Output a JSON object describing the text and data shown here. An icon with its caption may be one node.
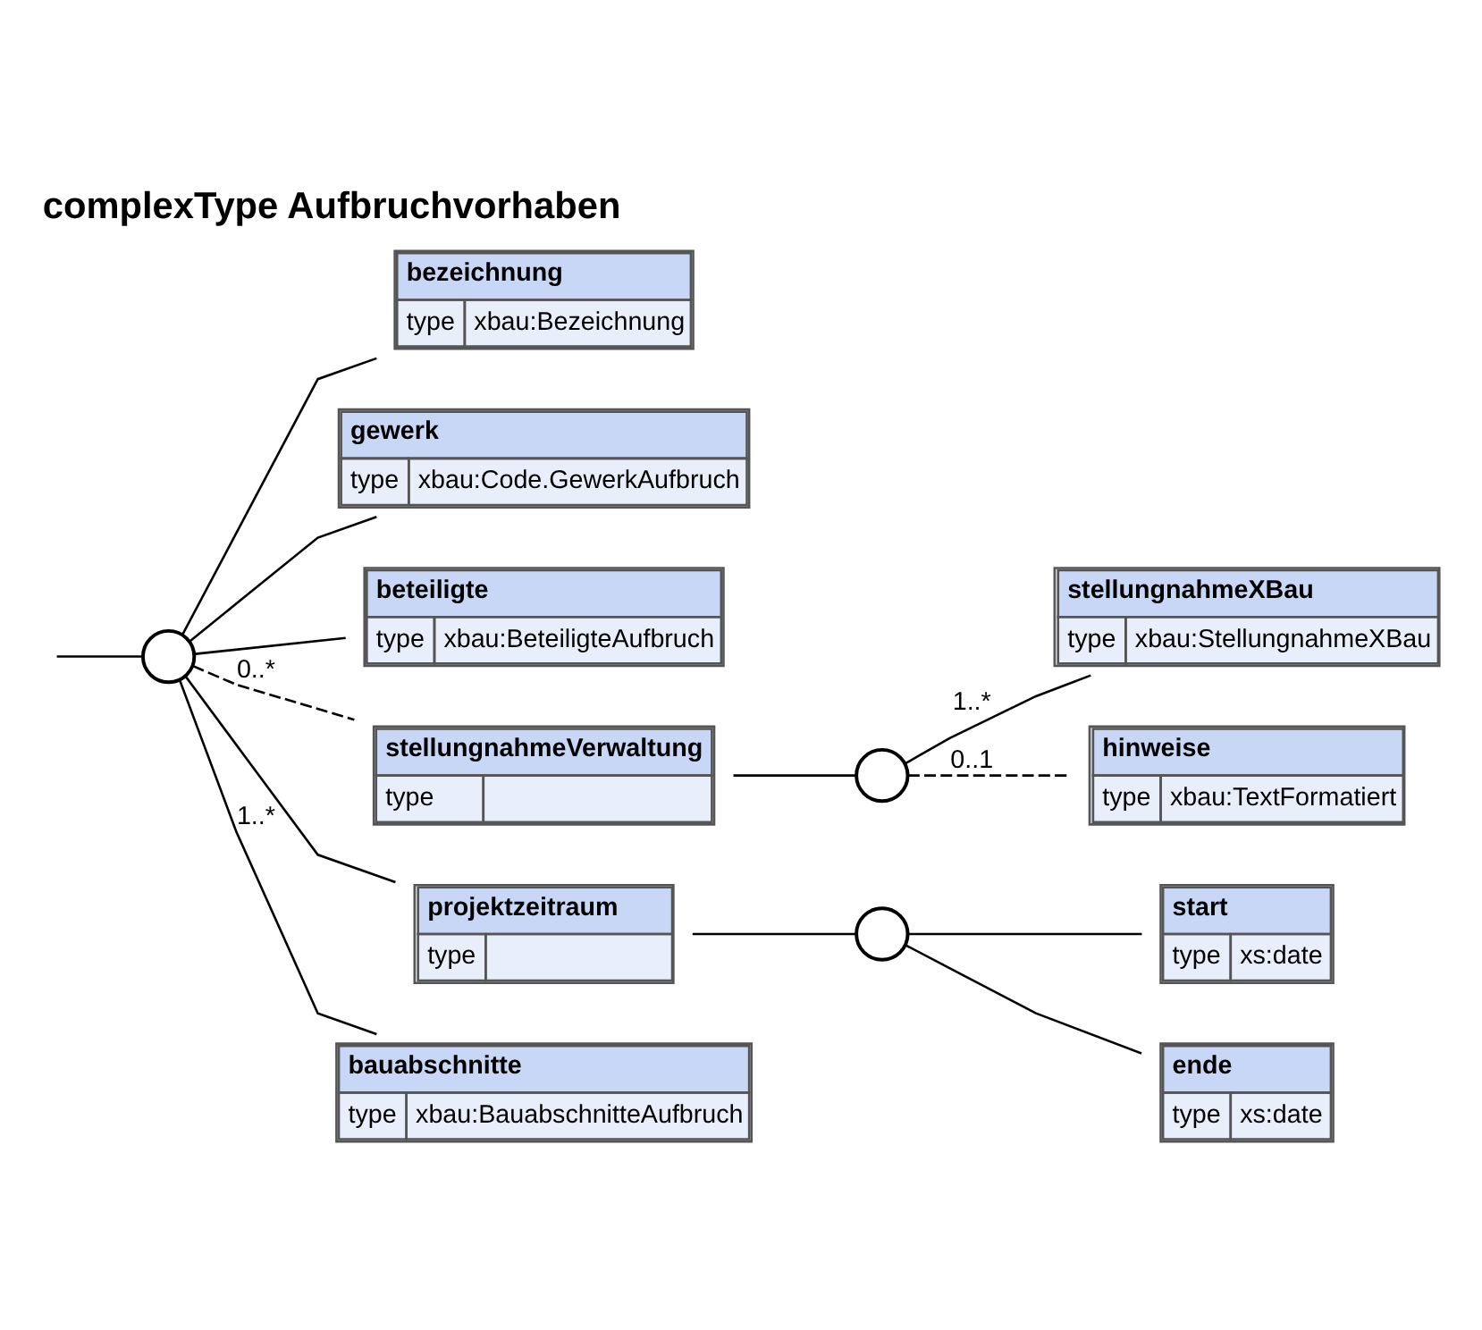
{
  "diagram": {
    "title": "complexType Aufbruchvorhaben",
    "nodes": [
      {
        "text": [],
        "shape": "circle"
      },
      {
        "text": [
          "bezeichnung",
          "type",
          "xbau:Bezeichnung"
        ]
      },
      {
        "text": [
          "gewerk",
          "type",
          "xbau:Code.GewerkAufbruch"
        ]
      },
      {
        "text": [
          "beteiligte",
          "type",
          "xbau:BeteiligteAufbruch"
        ]
      },
      {
        "text": [
          "stellungnahmeVerwaltung",
          "type"
        ]
      },
      {
        "text": [],
        "shape": "circle"
      },
      {
        "text": [
          "stellungnahmeXBau",
          "type",
          "xbau:StellungnahmeXBau"
        ]
      },
      {
        "text": [
          "hinweise",
          "type",
          "xbau:TextFormatiert"
        ]
      },
      {
        "text": [
          "projektzeitraum",
          "type"
        ]
      },
      {
        "text": [],
        "shape": "circle"
      },
      {
        "text": [
          "start",
          "type",
          "xs:date"
        ]
      },
      {
        "text": [
          "ende",
          "type",
          "xs:date"
        ]
      },
      {
        "text": [
          "bauabschnitte",
          "type",
          "xbau:BauabschnitteAufbruch"
        ]
      }
    ],
    "edges": [
      {
        "from": null,
        "to": 0,
        "arrow": "none"
      },
      {
        "from": 0,
        "to": 1,
        "arrow": "none"
      },
      {
        "from": 0,
        "to": 2,
        "arrow": "none"
      },
      {
        "from": 0,
        "to": 3,
        "arrow": "none"
      },
      {
        "from": 0,
        "to": 4,
        "arrow": "none",
        "label": "0..*",
        "style": "dashed"
      },
      {
        "from": 4,
        "to": 5,
        "arrow": "none"
      },
      {
        "from": 5,
        "to": 6,
        "arrow": "none",
        "label": "1..*"
      },
      {
        "from": 5,
        "to": 7,
        "arrow": "none",
        "label": "0..1",
        "style": "dashed"
      },
      {
        "from": 0,
        "to": 8,
        "arrow": "none"
      },
      {
        "from": 8,
        "to": 9,
        "arrow": "none"
      },
      {
        "from": 9,
        "to": 10,
        "arrow": "none"
      },
      {
        "from": 9,
        "to": 11,
        "arrow": "none"
      },
      {
        "from": 0,
        "to": 12,
        "arrow": "none",
        "label": "1..*"
      }
    ]
  }
}
